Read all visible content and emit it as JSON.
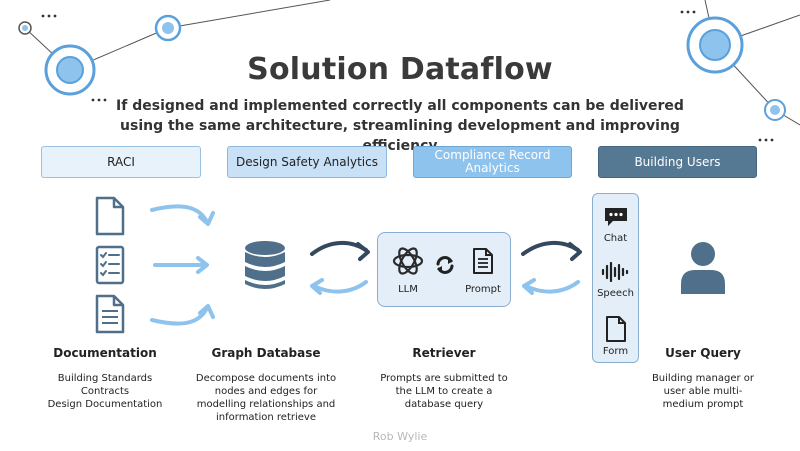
{
  "title": "Solution Dataflow",
  "subtitle": "If designed and implemented correctly all components can be delivered using the same architecture, streamlining development and improving efficiency",
  "categories": [
    "RACI",
    "Design Safety Analytics",
    "Compliance Record Analytics",
    "Building Users"
  ],
  "retriever_box": {
    "llm_label": "LLM",
    "prompt_label": "Prompt"
  },
  "channels": [
    "Chat",
    "Speech",
    "Form"
  ],
  "columns": [
    {
      "heading": "Documentation",
      "lines": [
        "Building Standards",
        "Contracts",
        "Design Documentation"
      ]
    },
    {
      "heading": "Graph Database",
      "lines": [
        "Decompose documents into",
        "nodes and edges for",
        "modelling relationships and",
        "information retrieve"
      ]
    },
    {
      "heading": "Retriever",
      "lines": [
        "Prompts are submitted to",
        "the LLM to create a",
        "database query"
      ]
    },
    {
      "heading": "User Query",
      "lines": [
        "Building manager or",
        "user able multi-",
        "medium prompt"
      ]
    }
  ],
  "author": "Rob Wylie",
  "colors": {
    "light_blue": "#8ec3ee",
    "dark_blue": "#557993",
    "arrow_dark": "#34495e",
    "arrow_light": "#8ec3ee",
    "icon_slate": "#4f6f8a"
  },
  "icons": [
    "document-icon",
    "checklist-icon",
    "text-document-icon",
    "database-icon",
    "openai-icon",
    "refresh-icon",
    "prompt-document-icon",
    "chat-icon",
    "speech-wave-icon",
    "form-icon",
    "user-icon"
  ]
}
